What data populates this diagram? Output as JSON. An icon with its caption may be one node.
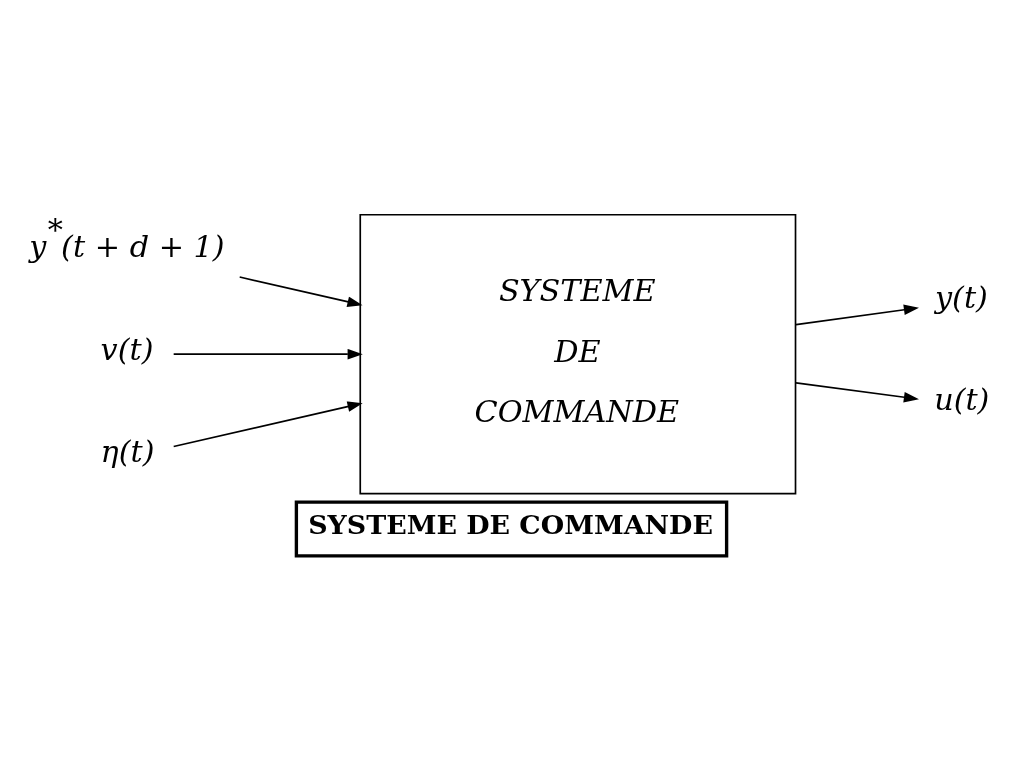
{
  "diagram": {
    "caption": "SYSTEME DE COMMANDE",
    "nodes": [
      {
        "text": [
          "y$^{*}$(t + d + 1)"
        ]
      },
      {
        "text": [
          "v(t)"
        ]
      },
      {
        "text": [
          "η(t)"
        ]
      },
      {
        "text": [
          "SYSTEME DE COMMANDE"
        ]
      },
      {
        "text": [
          "y(t)"
        ]
      },
      {
        "text": [
          "u(t)"
        ]
      }
    ],
    "edges": [
      {
        "from": 0,
        "to": 3,
        "arrow": "to"
      },
      {
        "from": 1,
        "to": 3,
        "arrow": "to"
      },
      {
        "from": 2,
        "to": 3,
        "arrow": "to"
      },
      {
        "from": 3,
        "to": 4,
        "arrow": "to"
      },
      {
        "from": 3,
        "to": 5,
        "arrow": "to"
      }
    ]
  }
}
